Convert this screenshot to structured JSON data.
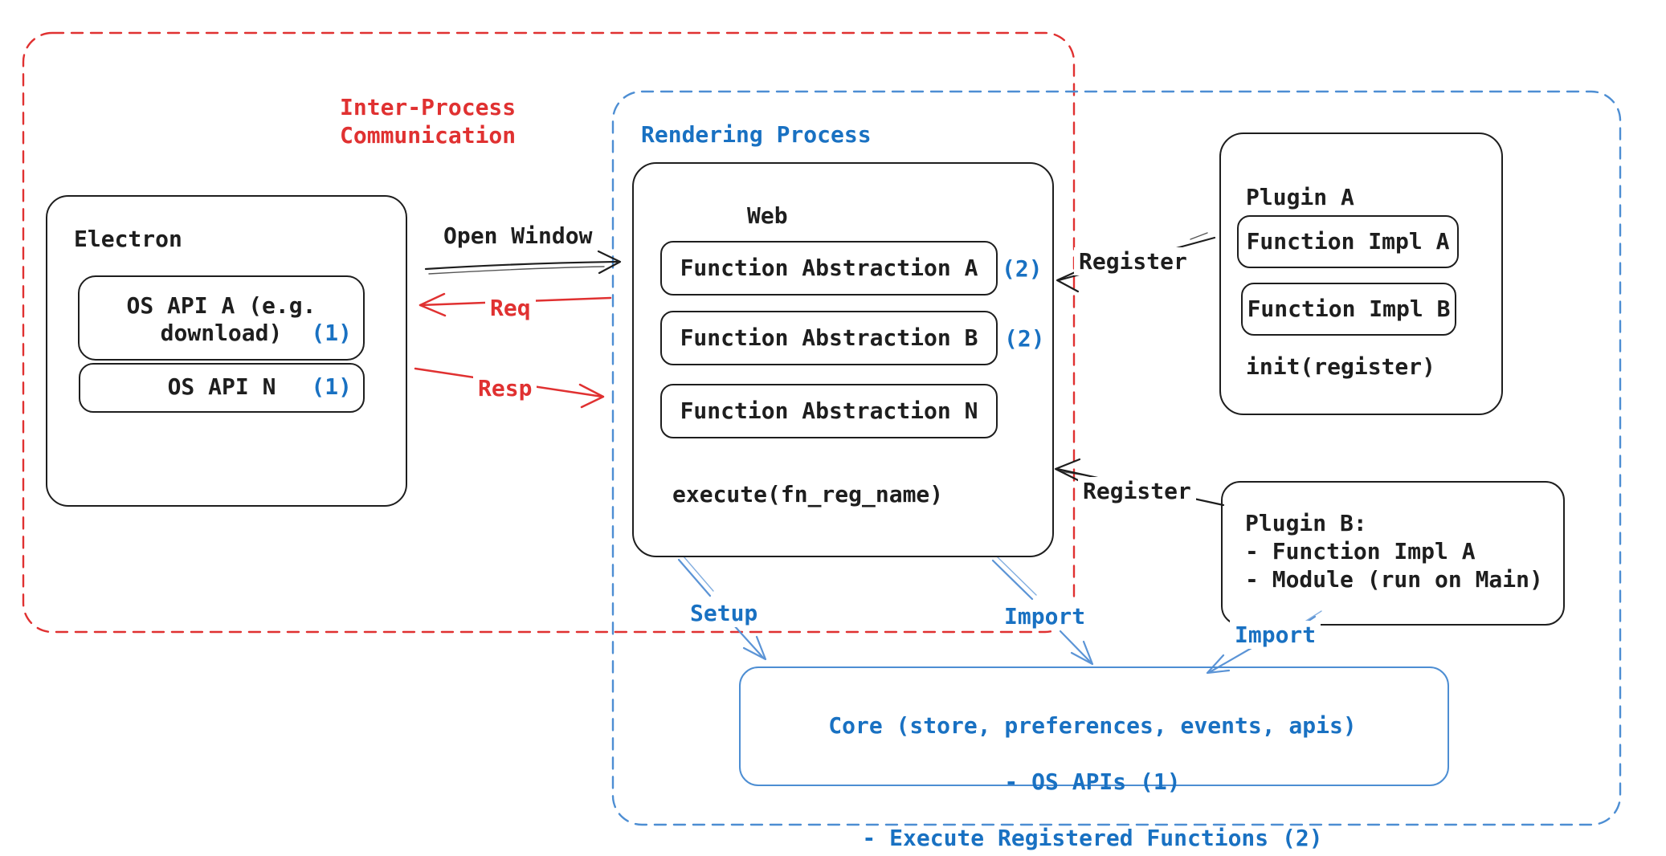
{
  "colors": {
    "red": "#e03131",
    "blue_text": "#1971c2",
    "blue_box": "#4d8ed3",
    "black": "#1e1e1e"
  },
  "regions": {
    "ipc_label": "Inter-Process\nCommunication",
    "rendering_label": "Rendering Process"
  },
  "electron": {
    "title": "Electron",
    "api_a_line1": "OS API A (e.g.",
    "api_a_line2": "download)",
    "api_a_badge": "(1)",
    "api_n": "OS API N",
    "api_n_badge": "(1)"
  },
  "web": {
    "title": "Web",
    "fn_a": "Function Abstraction A",
    "fn_a_badge": "(2)",
    "fn_b": "Function Abstraction B",
    "fn_b_badge": "(2)",
    "fn_n": "Function Abstraction N",
    "execute": "execute(fn_reg_name)"
  },
  "plugin_a": {
    "title": "Plugin A",
    "impl_a": "Function Impl A",
    "impl_b": "Function Impl B",
    "init": "init(register)"
  },
  "plugin_b": {
    "body": "Plugin B:\n- Function Impl A\n- Module (run on Main)"
  },
  "core": {
    "line1": "Core (store, preferences, events, apis)",
    "line2": "- OS APIs (1)",
    "line3": "- Execute Registered Functions (2)"
  },
  "arrows": {
    "open_window": "Open Window",
    "req": "Req",
    "resp": "Resp",
    "register_a": "Register",
    "register_b": "Register",
    "setup": "Setup",
    "import_web": "Import",
    "import_plugin": "Import"
  }
}
